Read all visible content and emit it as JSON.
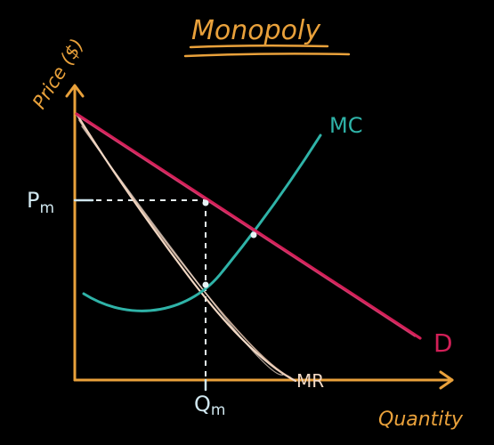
{
  "title": "Monopoly",
  "axes": {
    "y_label": "Price ($)",
    "x_label": "Quantity"
  },
  "curves": {
    "mc": {
      "label": "MC",
      "color": "#2fb3a8"
    },
    "demand": {
      "label": "D",
      "color": "#d21f57"
    },
    "mr": {
      "label": "MR",
      "color": "#f2d8c4"
    }
  },
  "markers": {
    "price": "Pm",
    "price_subscript": "m",
    "price_letter": "P",
    "quantity": "Qm",
    "quantity_letter": "Q",
    "quantity_subscript": "m"
  },
  "colors": {
    "background": "#000000",
    "axis": "#e9a13b",
    "title": "#e9a13b",
    "guides": "#e6f3f5",
    "marker_text": "#cfe6ee"
  }
}
